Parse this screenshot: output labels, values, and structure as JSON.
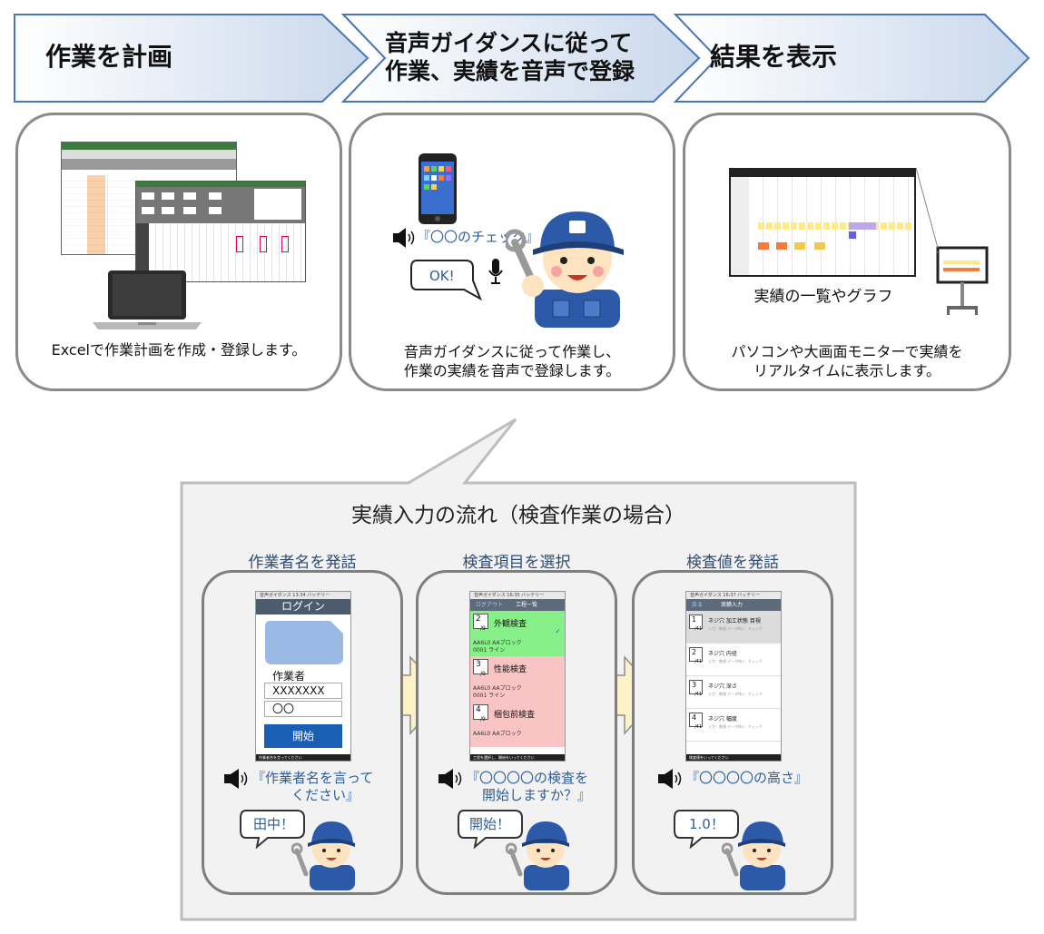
{
  "chevrons": [
    {
      "label": "作業を計画"
    },
    {
      "label_line1": "音声ガイダンスに従って",
      "label_line2": "作業、実績を音声で登録"
    },
    {
      "label": "結果を表示"
    }
  ],
  "panels": [
    {
      "caption": "Excelで作業計画を作成・登録します。"
    },
    {
      "caption_line1": "音声ガイダンスに従って作業し、",
      "caption_line2": "作業の実績を音声で登録します。",
      "guidance": "『〇〇のチェック』",
      "reply": "OK!"
    },
    {
      "graph_label": "実績の一覧やグラフ",
      "caption_line1": "パソコンや大画面モニターで実績を",
      "caption_line2": "リアルタイムに表示します。"
    }
  ],
  "flow": {
    "title": "実績入力の流れ（検査作業の場合）",
    "steps": [
      {
        "label": "作業者名を発話",
        "phone_status": "音声ガイダンス 13:34 バッテリー",
        "phone_title": "ログイン",
        "field_label": "作業者",
        "field_value1": "XXXXXXX",
        "field_value2": "〇〇",
        "button": "開始",
        "footer": "作業者名を言ってください",
        "guidance_line1": "『作業者名を言って",
        "guidance_line2": "ください』",
        "reply": "田中！"
      },
      {
        "label": "検査項目を選択",
        "phone_status": "音声ガイダンス 16:35 バッテリー",
        "phone_nav_left": "ログアウト",
        "phone_nav_title": "工程一覧",
        "items": [
          {
            "num": "2",
            "total": "/9",
            "name": "外観検査",
            "code1": "AA6L0 AAブロック",
            "code2": "0001 ライン"
          },
          {
            "num": "3",
            "total": "/9",
            "name": "性能検査",
            "code1": "AA6L0 AAブロック",
            "code2": "0001 ライン"
          },
          {
            "num": "4",
            "total": "/9",
            "name": "梱包前検査",
            "code1": "AA6L0 AAブロック",
            "code2": ""
          }
        ],
        "footer": "工程を選択し、開始をいってください",
        "guidance_line1": "『〇〇〇〇の検査を",
        "guidance_line2": "開始しますか？』",
        "reply": "開始！"
      },
      {
        "label": "検査値を発話",
        "phone_status": "音声ガイダンス 16:37 バッテリー",
        "phone_nav_left": "戻る",
        "phone_nav_title": "実績入力",
        "items": [
          {
            "num": "1",
            "total": "/41",
            "name": "ネジ穴 加工状態 目視",
            "sub": "入力：数値 データNo.：チェック"
          },
          {
            "num": "2",
            "total": "/41",
            "name": "ネジ穴 内径",
            "sub": "入力：数値 データNo.：チェック"
          },
          {
            "num": "3",
            "total": "/41",
            "name": "ネジ穴 深さ",
            "sub": "入力：数値 データNo.：チェック"
          },
          {
            "num": "4",
            "total": "/41",
            "name": "ネジ穴 幅度",
            "sub": "入力：数値 データNo.：チェック"
          }
        ],
        "footer": "検査値をいってください",
        "guidance": "『〇〇〇〇の高さ』",
        "reply": "1.0！"
      }
    ]
  },
  "colors": {
    "chevron_fill": "#dce6f2",
    "chevron_stroke": "#4a76b6",
    "panel_border": "#8a8a8a",
    "speech_text": "#2f5f99",
    "step_label": "#2d4d73",
    "arrow_fill": "#fdf1c7",
    "inspect_green": "#88f088",
    "inspect_red": "#f9c4c4"
  },
  "icons": [
    "speaker-icon",
    "microphone-icon",
    "smartphone-icon",
    "laptop-icon",
    "monitor-stand-icon",
    "worker-illustration"
  ]
}
